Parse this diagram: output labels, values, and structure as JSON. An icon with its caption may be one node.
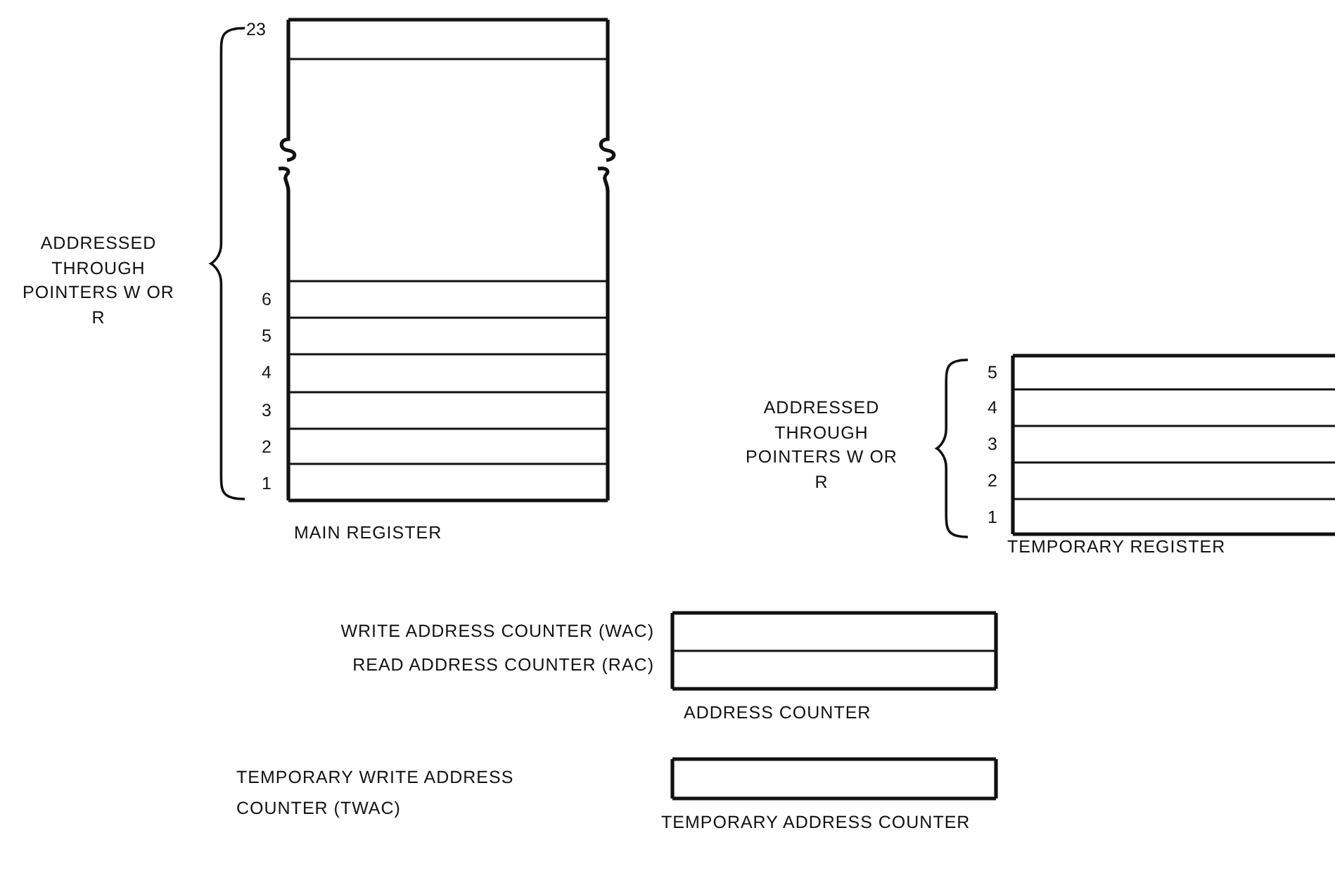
{
  "diagram": {
    "nodes": [
      {
        "text": [
          "MAIN REGISTER"
        ],
        "beside": [
          "23",
          "6",
          "5",
          "4",
          "3",
          "2",
          "1"
        ]
      },
      {
        "text": [
          "TEMPORARY REGISTER"
        ],
        "beside": [
          "5",
          "4",
          "3",
          "2",
          "1"
        ]
      },
      {
        "text": [
          "ADDRESS COUNTER"
        ]
      },
      {
        "text": [
          "TEMPORARY ADDRESS COUNTER"
        ]
      }
    ],
    "labels": [
      "ADDRESSED THROUGH POINTERS W OR R",
      "ADDRESSED THROUGH POINTERS W OR R",
      "WRITE ADDRESS COUNTER (WAC)",
      "READ ADDRESS COUNTER (RAC)",
      "TEMPORARY WRITE ADDRESS COUNTER (TWAC)"
    ]
  }
}
